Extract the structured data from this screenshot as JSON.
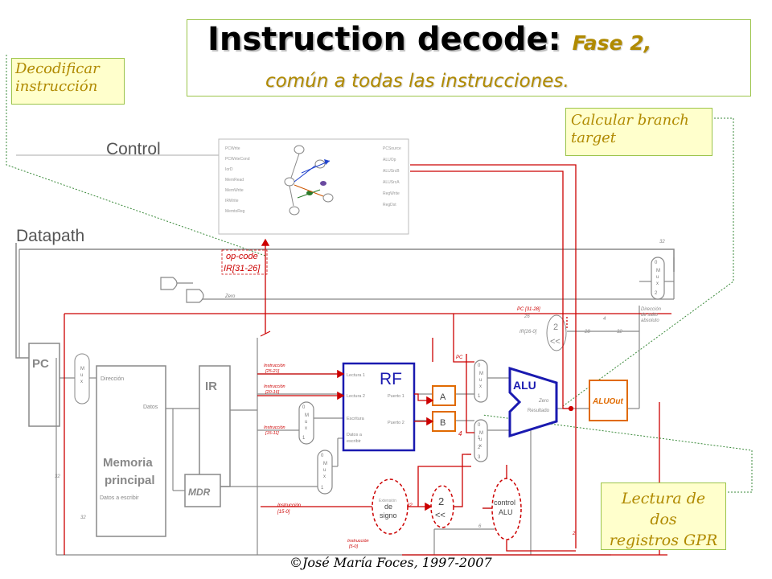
{
  "title": {
    "main": "Instruction decode:",
    "fase": "Fase 2,",
    "line2": "común a todas las instrucciones."
  },
  "callouts": {
    "decode": [
      "Decodificar",
      "instrucción"
    ],
    "branch": [
      "Calcular branch",
      "target"
    ],
    "read": [
      "Lectura de dos",
      "registros GPR"
    ]
  },
  "copyright": "©José María Foces, 1997-2007",
  "diagram": {
    "control": "Control",
    "datapath": "Datapath",
    "pc": "PC",
    "ir": "IR",
    "rf": "RF",
    "alu": "ALU",
    "aluout": "ALUOut",
    "mdr": "MDR",
    "reg_a": "A",
    "reg_b": "B",
    "memory": [
      "Memoria",
      "principal"
    ],
    "mem_ports": {
      "direccion": "Dirección",
      "datos": "Datos",
      "escribir": "Datos a escribir"
    },
    "rf_ports": {
      "lectura1": "Lectura 1",
      "lectura2": "Lectura 2",
      "escritura": "Escritura",
      "datos": "Datos a",
      "escribir": "escribir",
      "puerto1": "Puerto 1",
      "puerto2": "Puerto 2"
    },
    "alu_ports": {
      "zero": "Zero",
      "resultado": "Resultado"
    },
    "opcode": [
      "op-code",
      "IR[31-26]"
    ],
    "sign_ext": [
      "Extensión",
      "de",
      "signo"
    ],
    "shift": [
      "2",
      "<<"
    ],
    "control_alu": [
      "control",
      "ALU"
    ],
    "mux_label": [
      "M",
      "u",
      "x"
    ],
    "mux_inputs": [
      "0",
      "1",
      "2",
      "3"
    ],
    "instr_fields": [
      [
        "Instrucción",
        "[25-21]"
      ],
      [
        "Instrucción",
        "[20-16]"
      ],
      [
        "Instrucción",
        "[15-11]"
      ],
      [
        "Instrucción",
        "[5-0]"
      ]
    ],
    "instr_15_0": [
      "Instrucción",
      "[15-0]"
    ],
    "pc_bits": "PC [31-28]",
    "ir_bits": "IR[26-0]",
    "fsm_outputs_left": [
      "PCWrite",
      "PCWriteCond",
      "IorD",
      "MemRead",
      "MemWrite",
      "IRWrite",
      "MemtoReg"
    ],
    "fsm_outputs_right": [
      "PCSource",
      "ALUOp",
      "ALUSrcB",
      "ALUSrcA",
      "RegWrite",
      "RegDst"
    ],
    "labels": {
      "zero": "Zero",
      "num32": "32",
      "num28": "28",
      "num26": "26",
      "num4": "4",
      "num6": "6",
      "num16": "16",
      "pc": "PC",
      "dir_salto": [
        "Dirección",
        "de salto",
        "absoluto"
      ],
      "n2": "2"
    }
  }
}
